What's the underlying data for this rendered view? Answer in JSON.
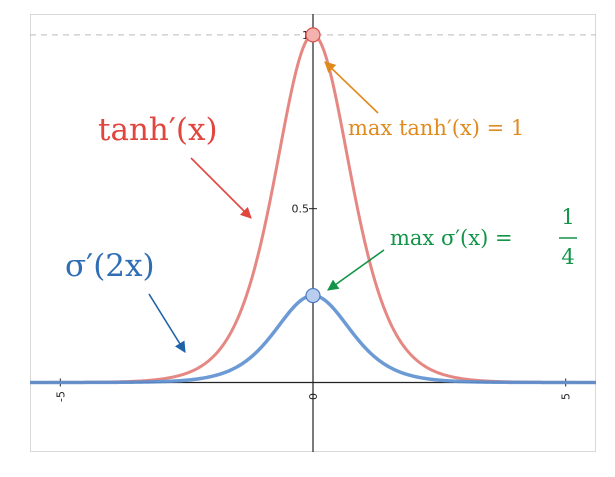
{
  "chart_data": {
    "type": "line",
    "xlim": [
      -5.6,
      5.6
    ],
    "ylim": [
      -0.2,
      1.06
    ],
    "x_ticks": [
      {
        "value": -5,
        "label": "-5"
      },
      {
        "value": 0,
        "label": "0"
      },
      {
        "value": 5,
        "label": "5"
      }
    ],
    "y_ticks": [
      {
        "value": 0.5,
        "label": "0.5"
      },
      {
        "value": 1,
        "label": "1"
      }
    ],
    "grid": false,
    "reference_line": {
      "y": 1,
      "style": "dashed",
      "color": "#c8c8c8"
    },
    "series": [
      {
        "name": "tanh′(x)",
        "formula": "1 - tanh(x)^2",
        "color": "#e0736f",
        "x": [
          -5.6,
          -5,
          -4.5,
          -4,
          -3.5,
          -3,
          -2.5,
          -2,
          -1.75,
          -1.5,
          -1.25,
          -1,
          -0.75,
          -0.5,
          -0.25,
          0,
          0.25,
          0.5,
          0.75,
          1,
          1.25,
          1.5,
          1.75,
          2,
          2.5,
          3,
          3.5,
          4,
          4.5,
          5,
          5.6
        ],
        "y": [
          0,
          0.0002,
          0.0005,
          0.0013,
          0.0036,
          0.0099,
          0.0266,
          0.0707,
          0.1131,
          0.1807,
          0.2847,
          0.42,
          0.5944,
          0.7864,
          0.9403,
          1,
          0.9403,
          0.7864,
          0.5944,
          0.42,
          0.2847,
          0.1807,
          0.1131,
          0.0707,
          0.0266,
          0.0099,
          0.0036,
          0.0013,
          0.0005,
          0.0002,
          0
        ]
      },
      {
        "name": "σ′(2x)",
        "formula": "σ(2x)(1-σ(2x))",
        "color": "#5b8fd0",
        "x": [
          -5.6,
          -5,
          -4.5,
          -4,
          -3.5,
          -3,
          -2.5,
          -2,
          -1.75,
          -1.5,
          -1.25,
          -1,
          -0.75,
          -0.5,
          -0.25,
          0,
          0.25,
          0.5,
          0.75,
          1,
          1.25,
          1.5,
          1.75,
          2,
          2.5,
          3,
          3.5,
          4,
          4.5,
          5,
          5.6
        ],
        "y": [
          0,
          0.0,
          0.0001,
          0.0003,
          0.0009,
          0.0025,
          0.0066,
          0.0177,
          0.0283,
          0.0452,
          0.0712,
          0.105,
          0.1486,
          0.1966,
          0.2351,
          0.25,
          0.2351,
          0.1966,
          0.1486,
          0.105,
          0.0712,
          0.0452,
          0.0283,
          0.0177,
          0.0066,
          0.0025,
          0.0009,
          0.0003,
          0.0001,
          0.0,
          0
        ]
      }
    ],
    "max_points": [
      {
        "x": 0,
        "y": 1,
        "fill": "#f3b2ae",
        "stroke": "#d9534f"
      },
      {
        "x": 0,
        "y": 0.25,
        "fill": "#b9cdf0",
        "stroke": "#4a78c2"
      }
    ],
    "annotations": {
      "tanh_label": "tanh′(x)",
      "sigma_label": "σ′(2x)",
      "max_tanh_label": "max tanh′(x) = 1",
      "max_sigma_prefix": "max σ′(x) =",
      "max_sigma_numerator": "1",
      "max_sigma_denominator": "4"
    },
    "colors": {
      "tanh_text": "#e0453e",
      "sigma_text": "#2f6db5",
      "max_tanh_text": "#e08a1e",
      "max_sigma_text": "#13944a",
      "arrow_red": "#e0453e",
      "arrow_blue": "#1f62a8",
      "arrow_orange": "#e08a1e",
      "arrow_green": "#13944a"
    }
  }
}
